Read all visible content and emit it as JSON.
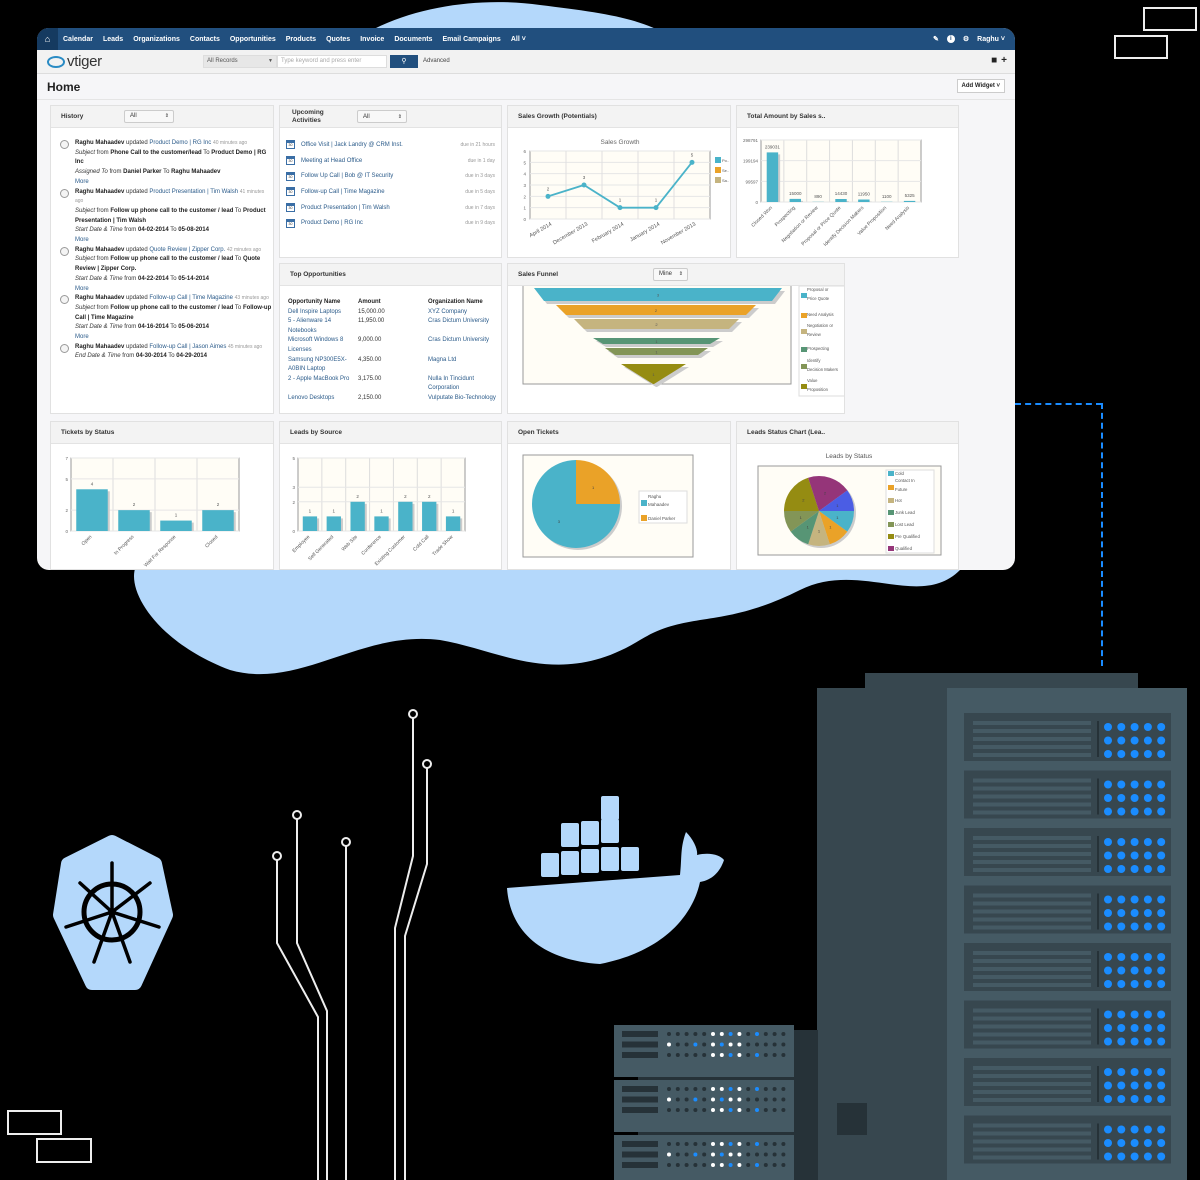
{
  "nav": {
    "items": [
      "Calendar",
      "Leads",
      "Organizations",
      "Contacts",
      "Opportunities",
      "Products",
      "Quotes",
      "Invoice",
      "Documents",
      "Email Campaigns",
      "All"
    ],
    "user": "Raghu",
    "icons": [
      "home-icon",
      "pencil-icon",
      "info-icon",
      "gear-icon"
    ]
  },
  "brand": {
    "name": "vtiger"
  },
  "search": {
    "scope": "All Records",
    "placeholder": "Type keyword and press enter",
    "advanced": "Advanced"
  },
  "page": {
    "title": "Home",
    "add_widget": "Add Widget"
  },
  "history": {
    "title": "History",
    "filter": "All",
    "items": [
      {
        "actor": "Raghu Mahaadev",
        "verb": "updated",
        "record": "Product Demo | RG Inc",
        "time": "40 minutes ago",
        "lines": [
          {
            "label": "Subject",
            "from": "Phone Call to the customer/lead",
            "to": "Product Demo | RG Inc"
          },
          {
            "label": "Assigned To",
            "from": "Daniel Parker",
            "to": "Raghu Mahaadev"
          }
        ],
        "more": "More"
      },
      {
        "actor": "Raghu Mahaadev",
        "verb": "updated",
        "record": "Product Presentation | Tim Walsh",
        "time": "41 minutes ago",
        "lines": [
          {
            "label": "Subject",
            "from": "Follow up phone call to the customer / lead",
            "to": "Product Presentation | Tim Walsh"
          },
          {
            "label": "Start Date & Time",
            "from": "04-02-2014",
            "to": "05-08-2014"
          }
        ],
        "more": "More"
      },
      {
        "actor": "Raghu Mahaadev",
        "verb": "updated",
        "record": "Quote Review | Zipper Corp.",
        "time": "42 minutes ago",
        "lines": [
          {
            "label": "Subject",
            "from": "Follow up phone call to the customer / lead",
            "to": "Quote Review | Zipper Corp."
          },
          {
            "label": "Start Date & Time",
            "from": "04-22-2014",
            "to": "05-14-2014"
          }
        ],
        "more": "More"
      },
      {
        "actor": "Raghu Mahaadev",
        "verb": "updated",
        "record": "Follow-up Call | Time Magazine",
        "time": "43 minutes ago",
        "lines": [
          {
            "label": "Subject",
            "from": "Follow up phone call to the customer / lead",
            "to": "Follow-up Call | Time Magazine"
          },
          {
            "label": "Start Date & Time",
            "from": "04-16-2014",
            "to": "05-06-2014"
          }
        ],
        "more": "More"
      },
      {
        "actor": "Raghu Mahaadev",
        "verb": "updated",
        "record": "Follow-up Call | Jason Aimes",
        "time": "45 minutes ago",
        "lines": [
          {
            "label": "End Date & Time",
            "from": "04-30-2014",
            "to": "04-29-2014"
          }
        ]
      }
    ],
    "words": {
      "from": "from",
      "to": "To"
    }
  },
  "upcoming": {
    "title_line1": "Upcoming",
    "title_line2": "Activities",
    "filter": "All",
    "items": [
      {
        "name": "Office Visit | Jack Landry @ CRM Inst.",
        "due": "due in 21 hours"
      },
      {
        "name": "Meeting at Head Office",
        "due": "due in 1 day"
      },
      {
        "name": "Follow Up Call | Bob @ IT Security",
        "due": "due in 3 days"
      },
      {
        "name": "Follow-up Call | Time Magazine",
        "due": "due in 5 days"
      },
      {
        "name": "Product Presentation | Tim Walsh",
        "due": "due in 7 days"
      },
      {
        "name": "Product Demo | RG Inc",
        "due": "due in 9 days"
      }
    ]
  },
  "top_opportunities": {
    "title": "Top Opportunities",
    "columns": [
      "Opportunity Name",
      "Amount",
      "Organization Name"
    ],
    "rows": [
      [
        "Dell Inspire Laptops",
        "15,000.00",
        "XYZ Company"
      ],
      [
        "5 - Alienware 14 Notebooks",
        "11,950.00",
        "Cras Dictum University"
      ],
      [
        "Microsoft Windows 8 Licenses",
        "9,000.00",
        "Cras Dictum University"
      ],
      [
        "Samsung NP300E5X-A0BIN Laptop",
        "4,350.00",
        "Magna Ltd"
      ],
      [
        "2 - Apple MacBook Pro",
        "3,175.00",
        "Nulla In Tincidunt Corporation"
      ],
      [
        "Lenovo Desktops",
        "2,150.00",
        "Vulputate Bio-Technology"
      ]
    ]
  },
  "widgets": {
    "sales_growth": "Sales Growth (Potentials)",
    "total_amount": "Total Amount by Sales s..",
    "sales_funnel": "Sales Funnel",
    "sales_funnel_filter": "Mine",
    "tickets_by_status": "Tickets by Status",
    "leads_by_source": "Leads by Source",
    "open_tickets": "Open Tickets",
    "leads_status": "Leads Status Chart (Lea.."
  },
  "chart_data": [
    {
      "type": "line",
      "title": "Sales Growth",
      "categories": [
        "April 2014",
        "December 2013",
        "February 2014",
        "January 2014",
        "November 2013"
      ],
      "values": [
        2,
        3,
        1,
        1,
        5
      ],
      "ylim": [
        0,
        6
      ],
      "legend": [
        "Po..",
        "Se..",
        "Sa.."
      ],
      "color": "#4ab3c9"
    },
    {
      "type": "bar",
      "title": "Total Amount by Sales Stage",
      "categories": [
        "Closed Won",
        "Prospecting",
        "Negotiation or Review",
        "Proposal or Price Quote",
        "Identify Decision Makers",
        "Value Proposition",
        "Need Analysis"
      ],
      "values": [
        239031,
        15000,
        890,
        14430,
        11950,
        1100,
        5325
      ],
      "yticks": [
        0,
        99597,
        199194,
        298791
      ],
      "ylim": [
        0,
        298791
      ],
      "color": "#4ab3c9"
    },
    {
      "type": "funnel",
      "title": "Sales Funnel",
      "categories": [
        "Proposal or Price Quote",
        "Need Analysis",
        "Negotiation or Review",
        "Prospecting",
        "Identify Decision Makers",
        "Value Proposition"
      ],
      "values": [
        3,
        2,
        2,
        1,
        1,
        1
      ],
      "colors": [
        "#4ab3c9",
        "#eaa228",
        "#c5b47f",
        "#579575",
        "#839557",
        "#958c12"
      ]
    },
    {
      "type": "bar",
      "title": "Tickets by Status",
      "categories": [
        "Open",
        "In Progress",
        "Wait For Response",
        "Closed"
      ],
      "values": [
        4,
        2,
        1,
        2
      ],
      "yticks": [
        0,
        2,
        5,
        7
      ],
      "ylim": [
        0,
        7
      ],
      "color": "#4ab3c9"
    },
    {
      "type": "bar",
      "title": "Leads by Source",
      "categories": [
        "Employee",
        "Self Generated",
        "Web Site",
        "Conference",
        "Existing Customer",
        "Cold Call",
        "Trade Show"
      ],
      "values": [
        1,
        1,
        2,
        1,
        2,
        2,
        1
      ],
      "yticks": [
        0,
        2,
        3,
        5
      ],
      "ylim": [
        0,
        5
      ],
      "color": "#4ab3c9"
    },
    {
      "type": "pie",
      "title": "Open Tickets",
      "categories": [
        "Raghu Mahaadev",
        "Daniel Parker"
      ],
      "values": [
        3,
        1
      ],
      "colors": [
        "#4ab3c9",
        "#eaa228"
      ]
    },
    {
      "type": "pie",
      "title": "Leads by Status",
      "categories": [
        "Cold",
        "Contact in Future",
        "Hot",
        "Junk Lead",
        "Lost Lead",
        "Pre Qualified",
        "Qualified"
      ],
      "values": [
        1,
        1,
        1,
        1,
        1,
        2,
        2
      ],
      "colors": [
        "#4ab3c9",
        "#eaa228",
        "#c5b47f",
        "#579575",
        "#839557",
        "#958c12",
        "#953579"
      ],
      "extra_slice_color": "#4b5de4"
    }
  ],
  "decor": {
    "kubernetes": "kubernetes-logo",
    "docker": "docker-logo",
    "server_rack": "server-rack",
    "accent": "#1a8cff",
    "blob": "#b4d8fb"
  }
}
